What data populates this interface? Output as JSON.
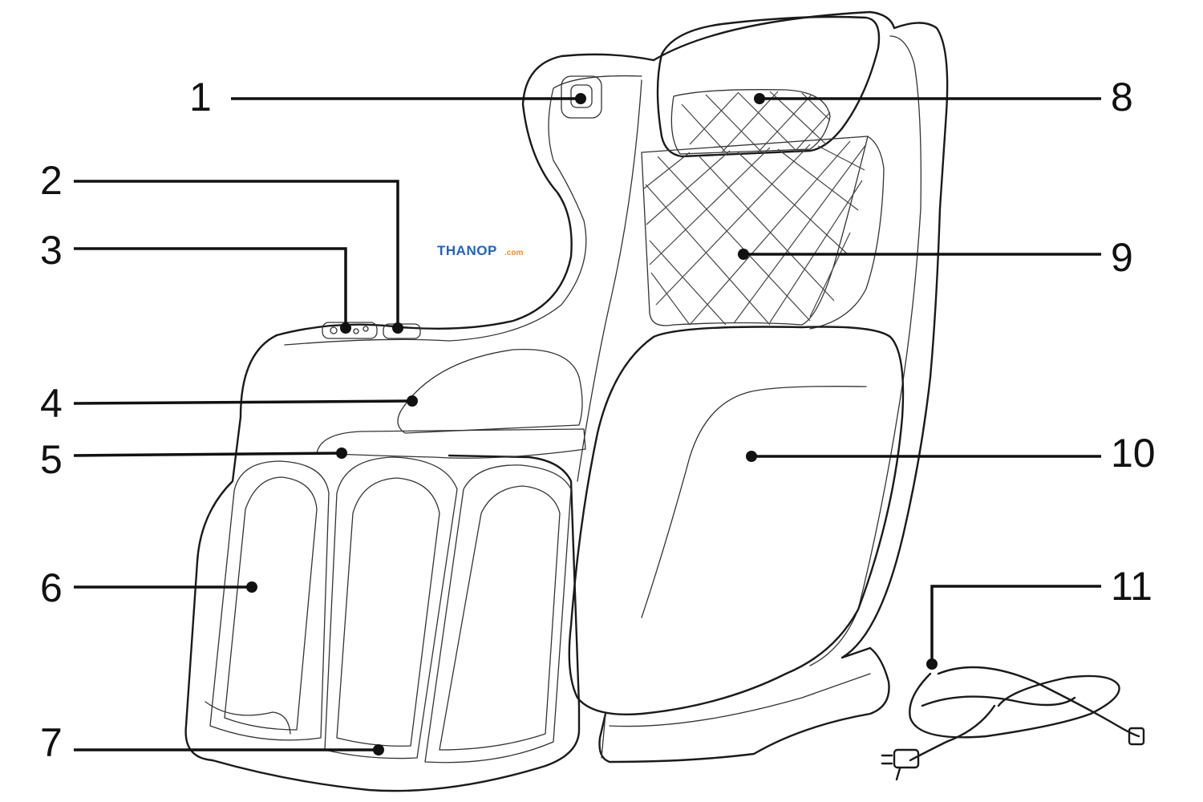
{
  "watermark": {
    "brand": "THANOP",
    "tld": ".com",
    "colors": {
      "brand": "#1f63c6",
      "tld": "#f08a1c"
    }
  },
  "callouts": [
    {
      "label": "1"
    },
    {
      "label": "2"
    },
    {
      "label": "3"
    },
    {
      "label": "4"
    },
    {
      "label": "5"
    },
    {
      "label": "6"
    },
    {
      "label": "7"
    },
    {
      "label": "8"
    },
    {
      "label": "9"
    },
    {
      "label": "10"
    },
    {
      "label": "11"
    }
  ],
  "colors": {
    "line": "#111111",
    "background": "#ffffff"
  }
}
